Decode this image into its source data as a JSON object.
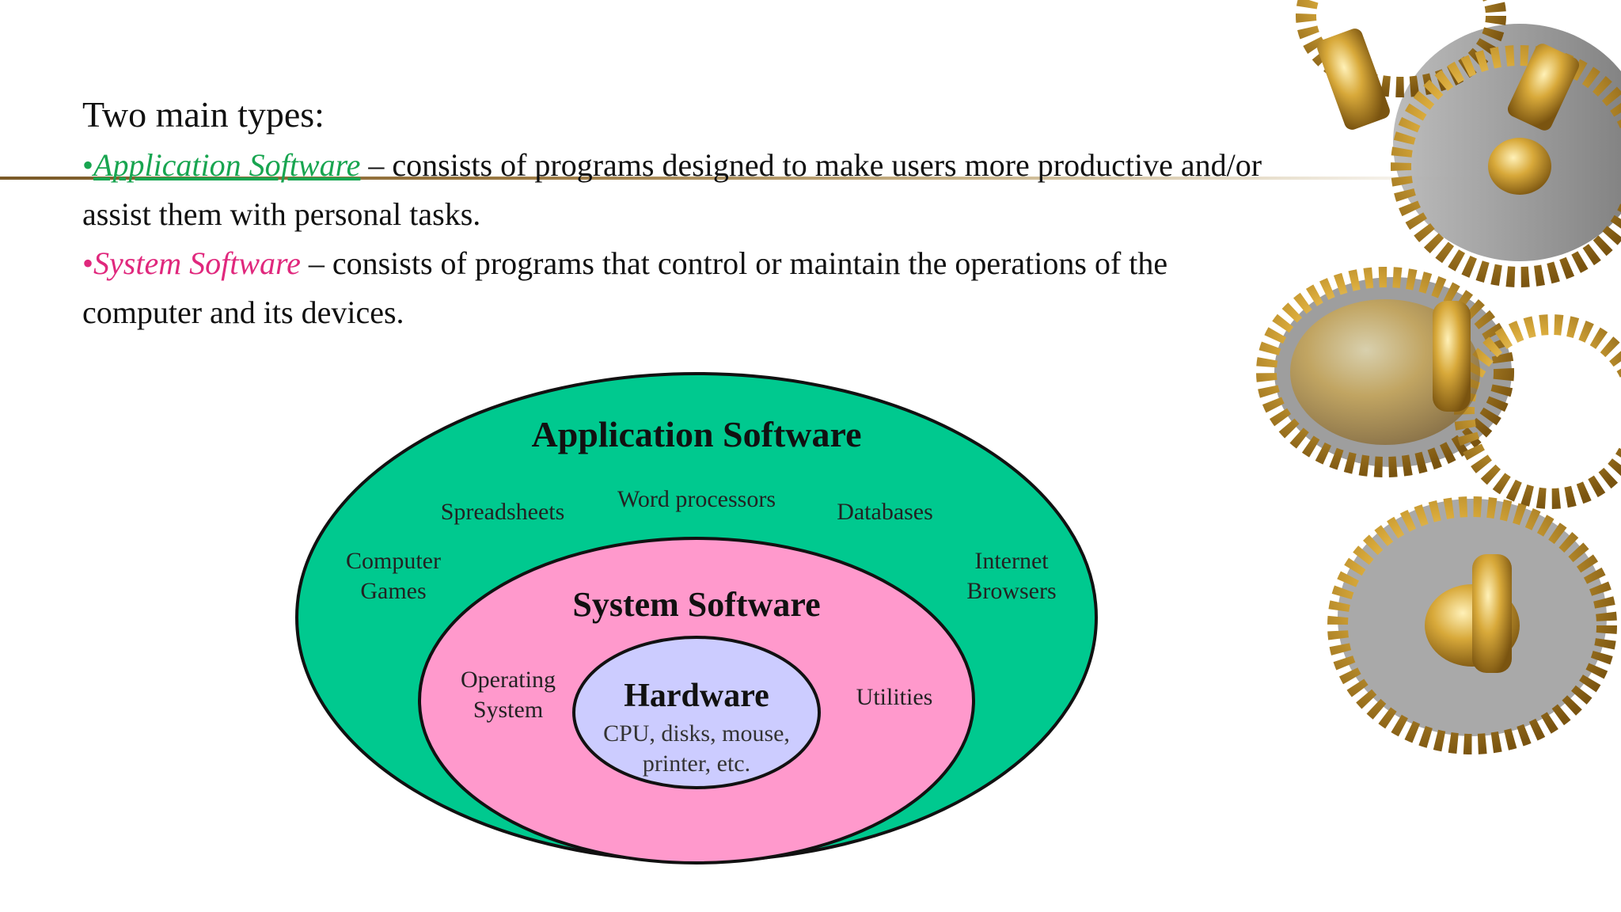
{
  "heading": "Two main types:",
  "bullets": [
    {
      "marker": "•",
      "term": "Application Software",
      "line1": " – consists of programs designed to make users more productive and/or",
      "line2": "assist them with personal tasks."
    },
    {
      "marker": "•",
      "term": "System Software",
      "line1": " – consists of programs that control or maintain the operations of the",
      "line2": "computer and its devices."
    }
  ],
  "diagram": {
    "outer": {
      "title": "Application Software",
      "items": {
        "spreadsheets": "Spreadsheets",
        "word_processors": "Word processors",
        "databases": "Databases",
        "games_line1": "Computer",
        "games_line2": "Games",
        "browsers_line1": "Internet",
        "browsers_line2": "Browsers"
      },
      "color": "#00c98f"
    },
    "middle": {
      "title": "System Software",
      "items": {
        "os_line1": "Operating",
        "os_line2": "System",
        "utilities": "Utilities"
      },
      "color": "#ff99cc"
    },
    "inner": {
      "title": "Hardware",
      "line1": "CPU, disks, mouse,",
      "line2": "printer, etc.",
      "color": "#ccccff"
    }
  },
  "colors": {
    "application": "#18a550",
    "system": "#e0287d",
    "rule": "#8a6a34"
  }
}
